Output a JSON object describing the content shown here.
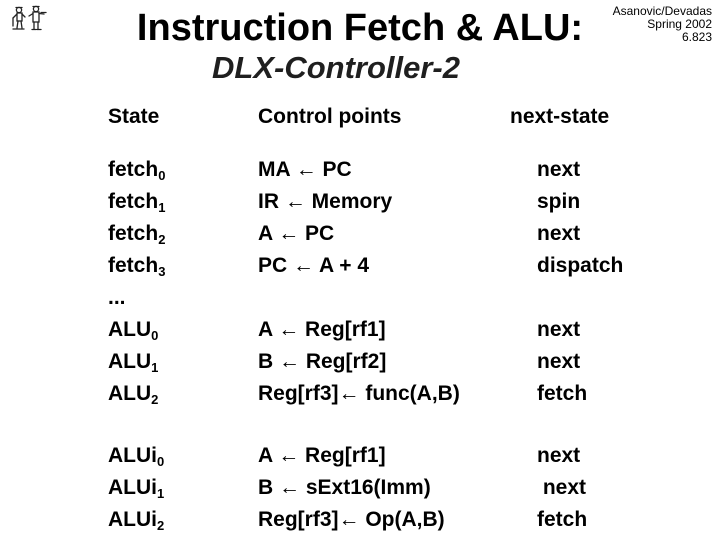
{
  "colors": {
    "background": "#ffffff",
    "text": "#000000",
    "subtitle_text": "#1f1f1f"
  },
  "icons": {
    "logo": "two-figures-logo"
  },
  "credits": {
    "line1": "Asanovic/Devadas",
    "line2": "Spring 2002",
    "line3": "6.823"
  },
  "title": "Instruction Fetch & ALU:",
  "subtitle": "DLX-Controller-2",
  "table": {
    "headers": {
      "state": "State",
      "control": "Control points",
      "next": "next-state"
    },
    "rows": [
      {
        "state": "fetch",
        "sub": "0",
        "control": "MA ← PC",
        "next": "next"
      },
      {
        "state": "fetch",
        "sub": "1",
        "control": "IR ← Memory",
        "next": "spin"
      },
      {
        "state": "fetch",
        "sub": "2",
        "control": "A ← PC",
        "next": "next"
      },
      {
        "state": "fetch",
        "sub": "3",
        "control": "PC ← A + 4",
        "next": "dispatch"
      },
      {
        "state": "...",
        "sub": "",
        "control": "",
        "next": ""
      },
      {
        "state": "ALU",
        "sub": "0",
        "control": "A ← Reg[rf1]",
        "next": "next"
      },
      {
        "state": "ALU",
        "sub": "1",
        "control": "B ← Reg[rf2]",
        "next": "next"
      },
      {
        "state": "ALU",
        "sub": "2",
        "control": "Reg[rf3]← func(A,B)",
        "next": "fetch"
      },
      {
        "state": "ALUi",
        "sub": "0",
        "control": "A ← Reg[rf1]",
        "next": "next"
      },
      {
        "state": "ALUi",
        "sub": "1",
        "control": "B ← sExt16(Imm)",
        "next": " next"
      },
      {
        "state": "ALUi",
        "sub": "2",
        "control": "Reg[rf3]← Op(A,B)",
        "next": "fetch"
      }
    ]
  }
}
